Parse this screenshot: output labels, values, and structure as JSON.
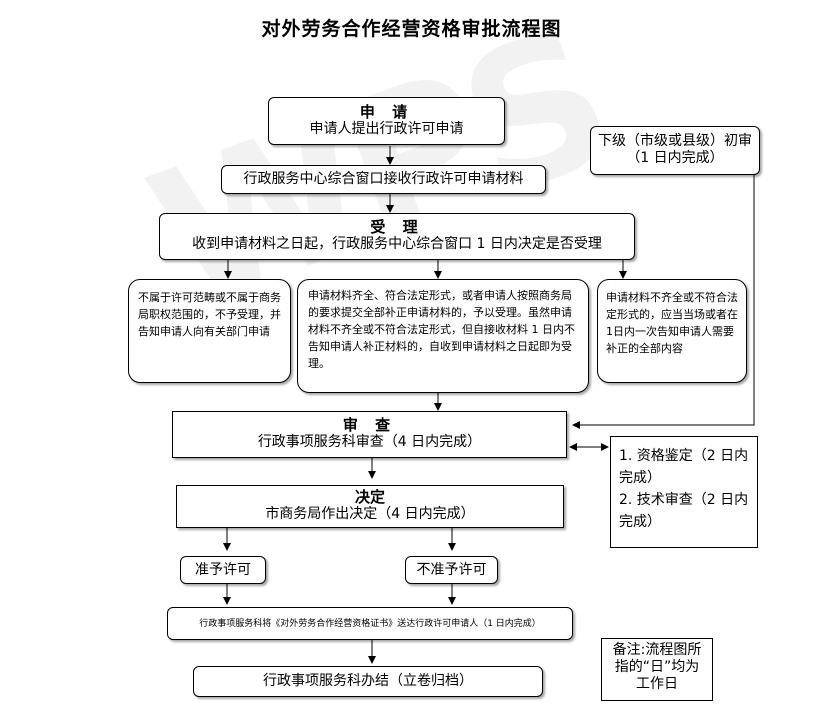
{
  "title": "对外劳务合作经营资格审批流程图",
  "apply": {
    "head": "申 请",
    "body": "申请人提出行政许可申请"
  },
  "receive": {
    "body": "行政服务中心综合窗口接收行政许可申请材料"
  },
  "accept": {
    "head": "受 理",
    "body": "收到申请材料之日起，行政服务中心综合窗口 1 日内决定是否受理"
  },
  "lower_review": {
    "line1": "下级（市级或县级）初审",
    "line2": "（1 日内完成）"
  },
  "branch_out_of_scope": "不属于许可范畴或不属于商务局职权范围的，不予受理，并告知申请人向有关部门申请",
  "branch_complete": "申请材料齐全、符合法定形式，或者申请人按照商务局的要求提交全部补正申请材料的，予以受理。虽然申请材料不齐全或不符合法定形式，但自接收材料 1 日内不告知申请人补正材料的，自收到申请材料之日起即为受理。",
  "branch_incomplete": "申请材料不齐全或不符合法定形式的，应当当场或者在1日内一次告知申请人需要补正的全部内容",
  "review": {
    "head": "审 查",
    "body": "行政事项服务科审查（4 日内完成）"
  },
  "review_items": {
    "line1": "1. 资格鉴定（2 日内完成）",
    "line2": "2. 技术审查（2 日内完成）"
  },
  "decision": {
    "head": "决定",
    "body": "市商务局作出决定（4 日内完成）"
  },
  "approve": "准予许可",
  "reject": "不准予许可",
  "deliver": "行政事项服务科将《对外劳务合作经营资格证书》送达行政许可申请人（1 日内完成）",
  "archive": "行政事项服务科办结（立卷归档）",
  "note": {
    "line1": "备注:流程图所",
    "line2": "指的“日”均为",
    "line3": "工作日"
  }
}
